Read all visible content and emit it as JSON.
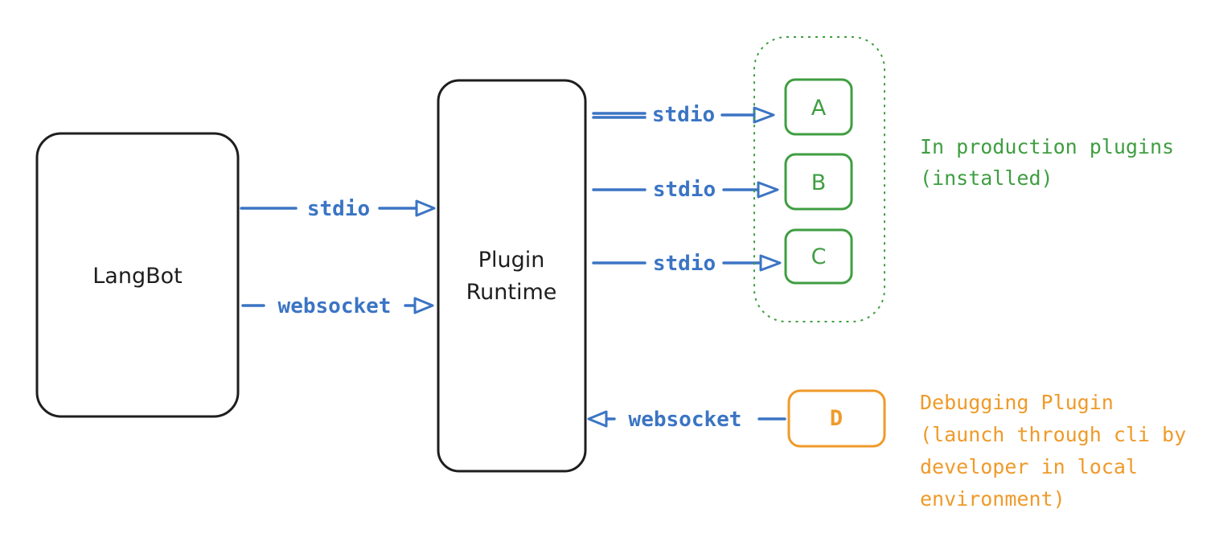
{
  "nodes": {
    "langbot": {
      "label": "LangBot"
    },
    "runtime": {
      "label_line1": "Plugin",
      "label_line2": "Runtime"
    }
  },
  "edges": {
    "langbot_runtime_stdio": {
      "label": "stdio"
    },
    "langbot_runtime_websocket": {
      "label": "websocket"
    },
    "runtime_a": {
      "label": "stdio"
    },
    "runtime_b": {
      "label": "stdio"
    },
    "runtime_c": {
      "label": "stdio"
    },
    "d_runtime": {
      "label": "websocket"
    }
  },
  "plugins": {
    "a": {
      "label": "A"
    },
    "b": {
      "label": "B"
    },
    "c": {
      "label": "C"
    },
    "d": {
      "label": "D"
    }
  },
  "notes": {
    "production": {
      "line1": "In production plugins",
      "line2": "(installed)"
    },
    "debugging": {
      "line1": "Debugging Plugin",
      "line2": "(launch through cli by",
      "line3": "developer in local",
      "line4": "environment)"
    }
  },
  "colors": {
    "connector": "#3b74c4",
    "production": "#3f9e41",
    "debugging": "#ef9a2a",
    "node_outline": "#1e1e1e"
  }
}
